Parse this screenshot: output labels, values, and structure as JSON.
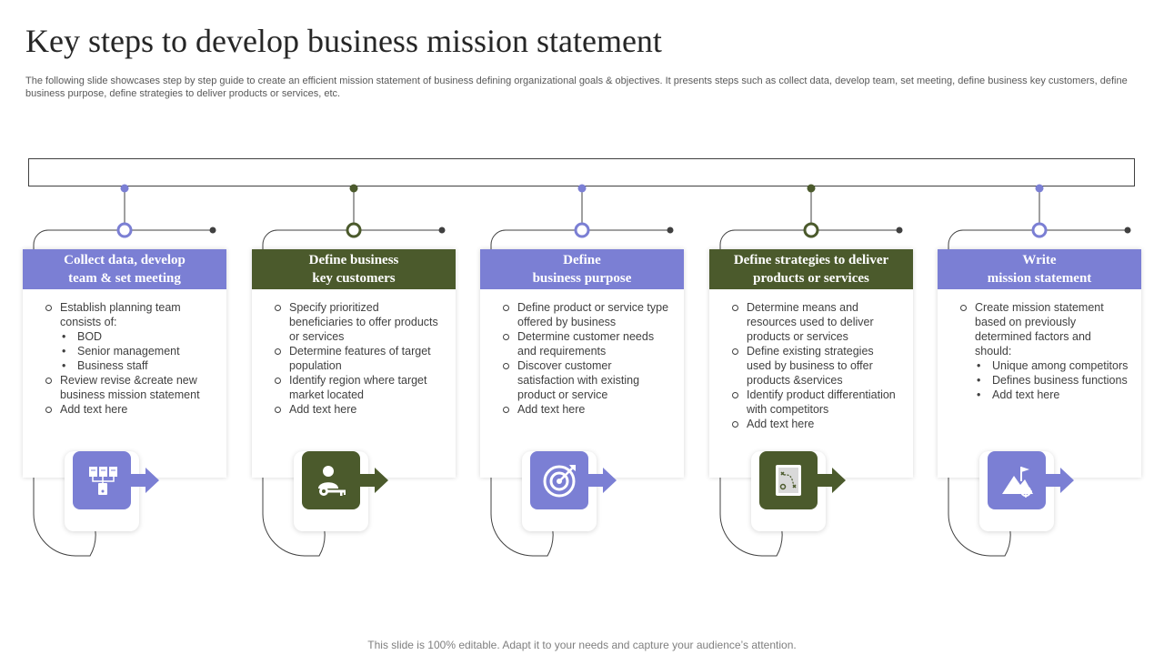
{
  "title": "Key steps to develop business mission statement",
  "subtitle": "The following slide showcases step by step guide to create an efficient mission statement of business defining organizational goals & objectives. It  presents steps such as collect data, develop team, set meeting, define business key customers, define business purpose, define strategies to deliver products or services, etc.",
  "footer": "This slide is 100% editable. Adapt it to your needs and capture your audience’s attention.",
  "colors": {
    "purple": "#7b7fd4",
    "green": "#4b5a2c"
  },
  "steps": [
    {
      "heading": "Collect data, develop\nteam & set meeting",
      "color": "purple",
      "icon": "documents-network-icon",
      "items": [
        {
          "text": "Establish planning team consists of:",
          "sub": [
            "BOD",
            "Senior management",
            "Business staff"
          ]
        },
        {
          "text": "Review revise &create new business mission statement"
        },
        {
          "text": "Add text here"
        }
      ]
    },
    {
      "heading": "Define business\nkey customers",
      "color": "green",
      "icon": "person-key-icon",
      "items": [
        {
          "text": "Specify prioritized beneficiaries to offer products or services"
        },
        {
          "text": "Determine features of target population"
        },
        {
          "text": "Identify region where target market located"
        },
        {
          "text": "Add text here"
        }
      ]
    },
    {
      "heading": "Define\nbusiness purpose",
      "color": "purple",
      "icon": "target-icon",
      "items": [
        {
          "text": "Define product or service type offered by business"
        },
        {
          "text": "Determine customer needs and requirements"
        },
        {
          "text": "Discover customer satisfaction with existing product or service"
        },
        {
          "text": "Add text here"
        }
      ]
    },
    {
      "heading": "Define strategies to deliver\nproducts  or services",
      "color": "green",
      "icon": "strategy-board-icon",
      "items": [
        {
          "text": "Determine means and resources used to deliver products or services"
        },
        {
          "text": "Define existing strategies used by business to offer products &services"
        },
        {
          "text": "Identify product differentiation  with competitors"
        },
        {
          "text": "Add text here"
        }
      ]
    },
    {
      "heading": "Write\nmission statement",
      "color": "purple",
      "icon": "mountain-flag-icon",
      "items": [
        {
          "text": "Create mission statement based on previously determined factors and should:",
          "sub": [
            "Unique among competitors",
            "Defines business functions",
            "Add text here"
          ]
        }
      ]
    }
  ]
}
